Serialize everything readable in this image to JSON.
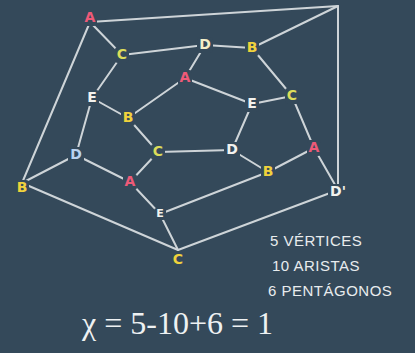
{
  "diagram": {
    "labels": [
      "A",
      "C",
      "D",
      "B",
      "A",
      "E",
      "E",
      "C",
      "B",
      "C",
      "D",
      "A",
      "D",
      "B",
      "B",
      "A",
      "D'",
      "E",
      "C",
      "5 VÉRTICES",
      "10 ARISTAS",
      "6 PENTÁGONOS",
      "χ = 5-10+6 = 1"
    ]
  }
}
